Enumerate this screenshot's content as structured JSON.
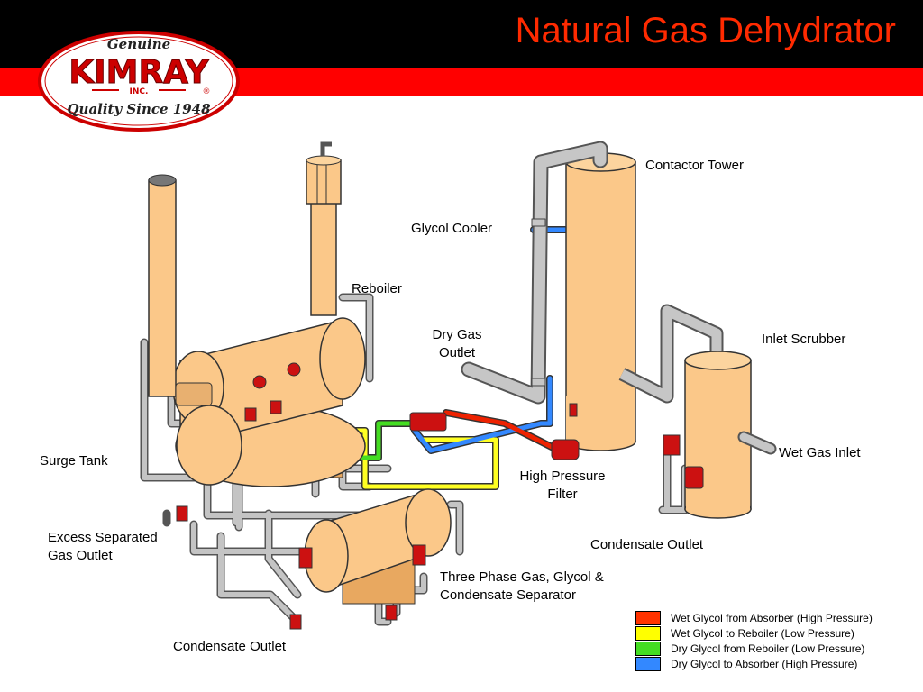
{
  "title": "Natural Gas Dehydrator",
  "logo": {
    "top_text": "Genuine",
    "brand": "KIMRAY",
    "inc": "INC.",
    "registered": "®",
    "tagline": "Quality Since 1948"
  },
  "labels": {
    "contactor_tower": "Contactor Tower",
    "glycol_cooler": "Glycol Cooler",
    "reboiler": "Reboiler",
    "dry_gas_outlet_1": "Dry Gas",
    "dry_gas_outlet_2": "Outlet",
    "inlet_scrubber": "Inlet Scrubber",
    "wet_gas_inlet": "Wet Gas Inlet",
    "surge_tank": "Surge Tank",
    "high_pressure_filter_1": "High Pressure",
    "high_pressure_filter_2": "Filter",
    "excess_gas_outlet_1": "Excess Separated",
    "excess_gas_outlet_2": "Gas Outlet",
    "condensate_outlet_right": "Condensate Outlet",
    "separator_1": "Three Phase Gas, Glycol &",
    "separator_2": "Condensate Separator",
    "condensate_outlet_bottom": "Condensate Outlet"
  },
  "legend": [
    {
      "label": "Wet Glycol from Absorber (High Pressure)",
      "color": "#ff3300"
    },
    {
      "label": "Wet Glycol to Reboiler (Low Pressure)",
      "color": "#ffff00"
    },
    {
      "label": "Dry Glycol from Reboiler (Low Pressure)",
      "color": "#44dd22"
    },
    {
      "label": "Dry Glycol to Absorber (High Pressure)",
      "color": "#3388ff"
    }
  ],
  "colors": {
    "header": "#000000",
    "band": "#ff0000",
    "title": "#ff2a00",
    "vessel": "#fbc889",
    "pipe": "#bbbbbb",
    "valve": "#cc1111"
  }
}
